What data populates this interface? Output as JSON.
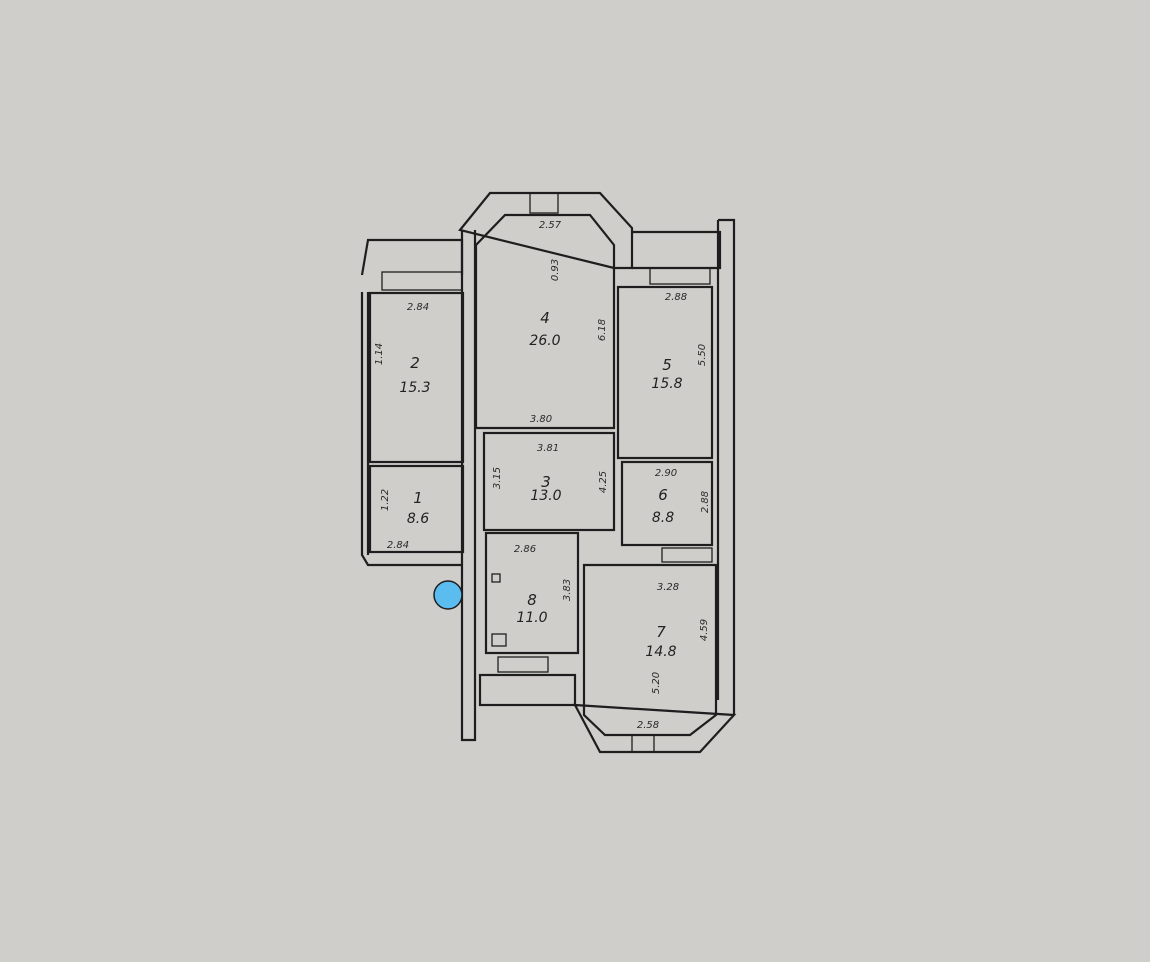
{
  "plan": {
    "rooms": [
      {
        "number": "1",
        "area": "8.6",
        "dims": [
          "1.22",
          "2.84"
        ]
      },
      {
        "number": "2",
        "area": "15.3",
        "dims": [
          "2.84",
          "1.14"
        ]
      },
      {
        "number": "3",
        "area": "13.0",
        "dims": [
          "3.81",
          "3.15",
          "4.25"
        ]
      },
      {
        "number": "4",
        "area": "26.0",
        "dims": [
          "2.57",
          "0.93",
          "6.18",
          "3.80"
        ]
      },
      {
        "number": "5",
        "area": "15.8",
        "dims": [
          "2.88",
          "5.50"
        ]
      },
      {
        "number": "6",
        "area": "8.8",
        "dims": [
          "2.90",
          "2.88"
        ]
      },
      {
        "number": "7",
        "area": "14.8",
        "dims": [
          "3.28",
          "4.59",
          "5.20",
          "2.58"
        ]
      },
      {
        "number": "8",
        "area": "11.0",
        "dims": [
          "2.86",
          "3.83"
        ]
      }
    ],
    "colors": {
      "paper": "#cfcecb",
      "ink": "#1e1e1e",
      "marker": "#5bbcf0"
    }
  }
}
